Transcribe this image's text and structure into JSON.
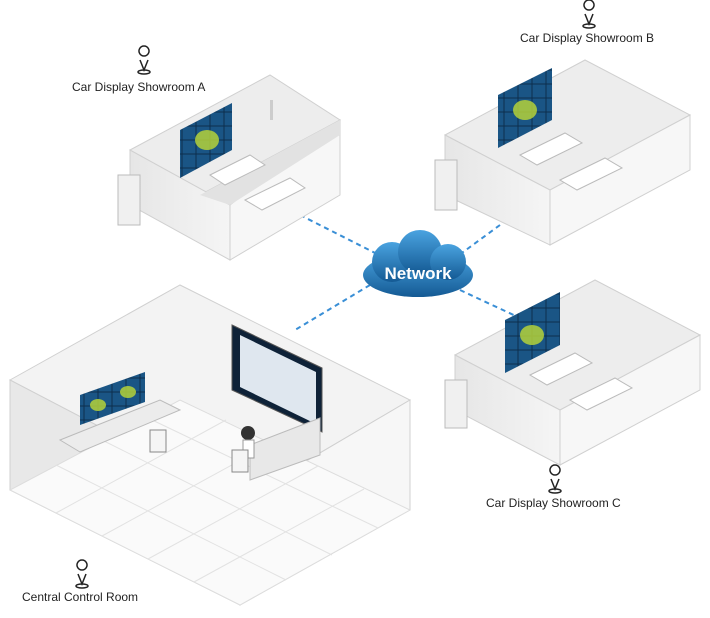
{
  "network": {
    "label": "Network"
  },
  "locations": {
    "showroom_a": {
      "label": "Car Display Showroom A"
    },
    "showroom_b": {
      "label": "Car Display Showroom B"
    },
    "showroom_c": {
      "label": "Car Display Showroom C"
    },
    "control_room": {
      "label": "Central Control Room"
    }
  },
  "colors": {
    "cloud": "#1f6fae",
    "link": "#3a8fd6",
    "wall": "#f2f2f2",
    "floor": "#e9e9e9",
    "video_wall": "#1a4f7a",
    "video_highlight": "#b5d23a"
  },
  "icons": [
    "location-pin-icon",
    "cloud-icon",
    "car-icon",
    "monitor-icon",
    "chair-icon"
  ]
}
